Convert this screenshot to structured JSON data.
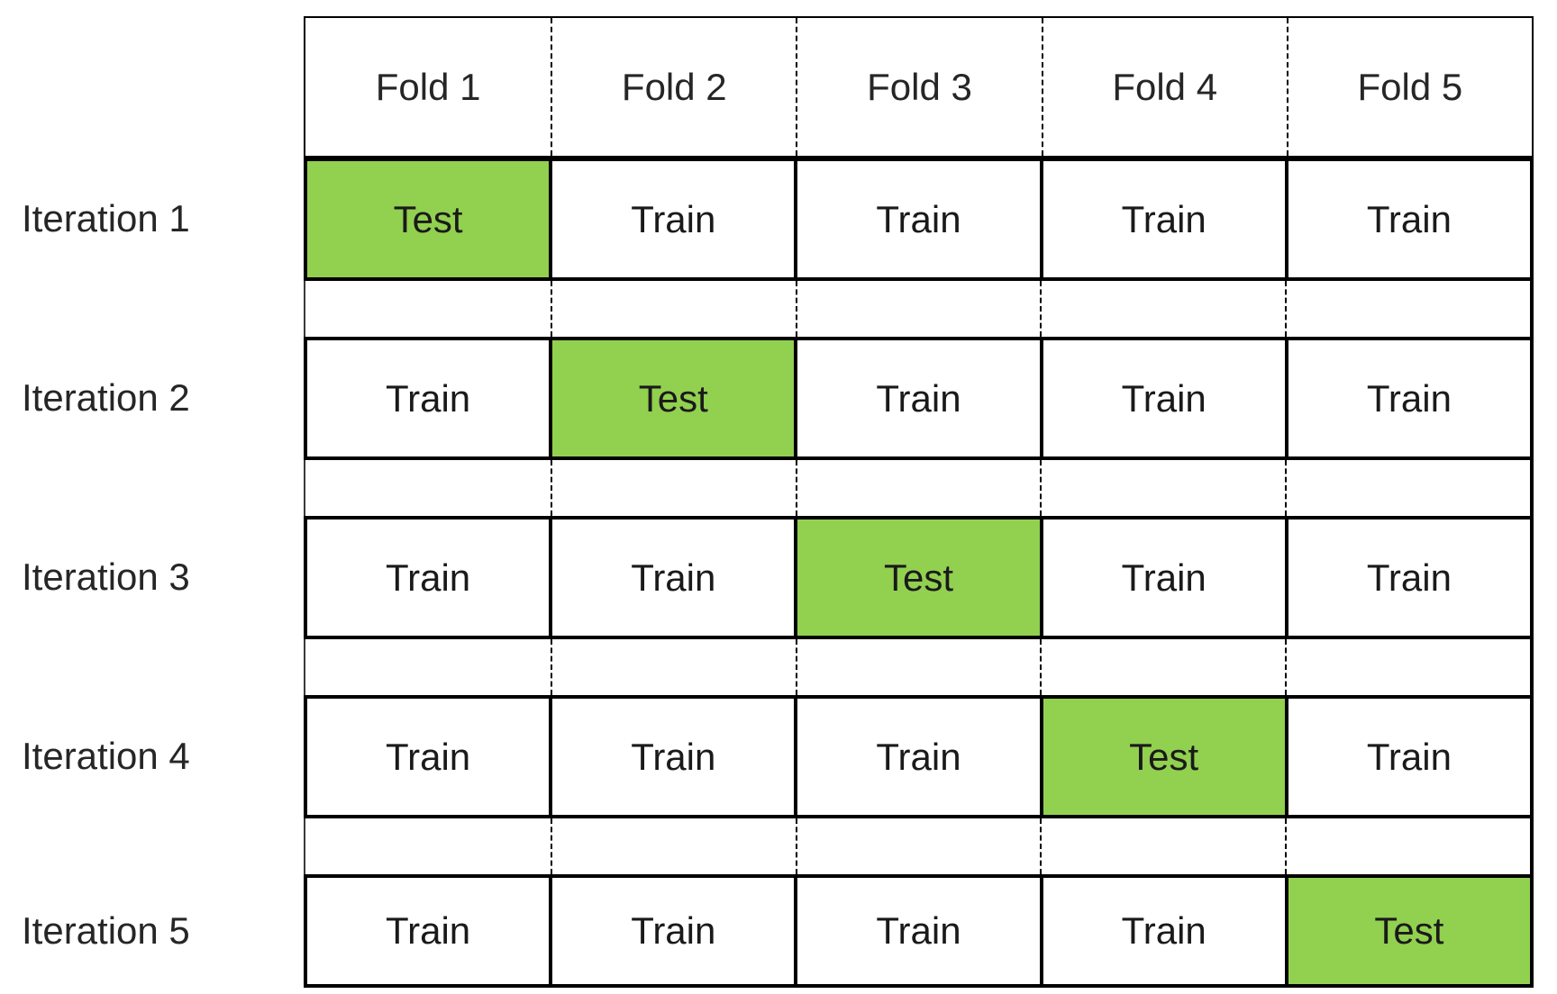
{
  "colors": {
    "test_cell": "#92d050",
    "train_cell": "#ffffff",
    "grid_line": "#000000",
    "text": "#262626"
  },
  "semantics": {
    "test_value": "Test",
    "train_value": "Train"
  },
  "grid": {
    "fold_headers": [
      "Fold 1",
      "Fold 2",
      "Fold 3",
      "Fold 4",
      "Fold 5"
    ],
    "rows": [
      {
        "label": "Iteration 1",
        "cells": [
          "Test",
          "Train",
          "Train",
          "Train",
          "Train"
        ]
      },
      {
        "label": "Iteration 2",
        "cells": [
          "Train",
          "Test",
          "Train",
          "Train",
          "Train"
        ]
      },
      {
        "label": "Iteration 3",
        "cells": [
          "Train",
          "Train",
          "Test",
          "Train",
          "Train"
        ]
      },
      {
        "label": "Iteration 4",
        "cells": [
          "Train",
          "Train",
          "Train",
          "Test",
          "Train"
        ]
      },
      {
        "label": "Iteration 5",
        "cells": [
          "Train",
          "Train",
          "Train",
          "Train",
          "Test"
        ]
      }
    ]
  }
}
